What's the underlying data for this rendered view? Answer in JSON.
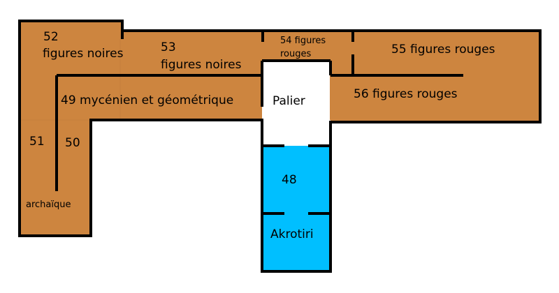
{
  "colors": {
    "gallery": "#cd853f",
    "prehistory": "#00bfff",
    "landing": "#ffffff",
    "wall": "#000000"
  },
  "rooms": {
    "r52": {
      "number": "52",
      "label": "figures noires"
    },
    "r53": {
      "number": "53",
      "label": "figures noires"
    },
    "r54": {
      "number": "54 figures",
      "label": "rouges"
    },
    "r55": {
      "label": "55 figures rouges"
    },
    "r56": {
      "label": "56 figures rouges"
    },
    "r49": {
      "label": "49 mycénien et géométrique"
    },
    "r51": {
      "number": "51"
    },
    "r50": {
      "number": "50"
    },
    "archaic": {
      "label": "archaïque"
    },
    "landing": {
      "label": "Palier"
    },
    "r48": {
      "number": "48"
    },
    "akrotiri": {
      "label": "Akrotiri"
    }
  }
}
